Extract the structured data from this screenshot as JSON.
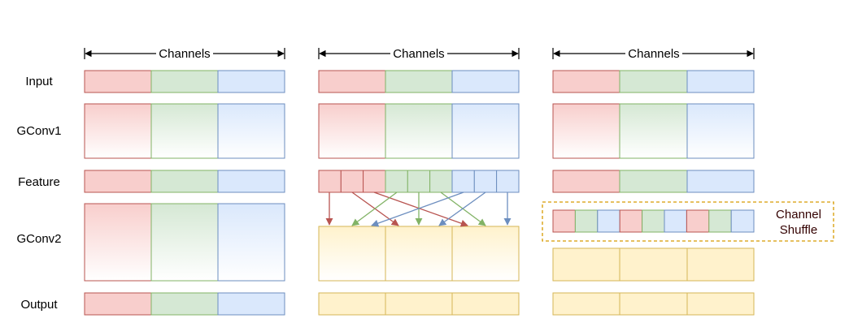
{
  "row_labels": {
    "input": "Input",
    "gconv1": "GConv1",
    "feature": "Feature",
    "gconv2": "GConv2",
    "output": "Output"
  },
  "channels_label": "Channels",
  "shuffle_label": [
    "Channel",
    "Shuffle"
  ],
  "colors": {
    "red_fill": "#f8cecc",
    "red_stroke": "#b85450",
    "green_fill": "#d5e8d4",
    "green_stroke": "#82b366",
    "blue_fill": "#dae8fc",
    "blue_stroke": "#6c8ebf",
    "yellow_fill": "#fff2cc",
    "yellow_stroke": "#d6b656",
    "shuffle_border": "#d79b00",
    "shuffle_text": "#330000"
  }
}
